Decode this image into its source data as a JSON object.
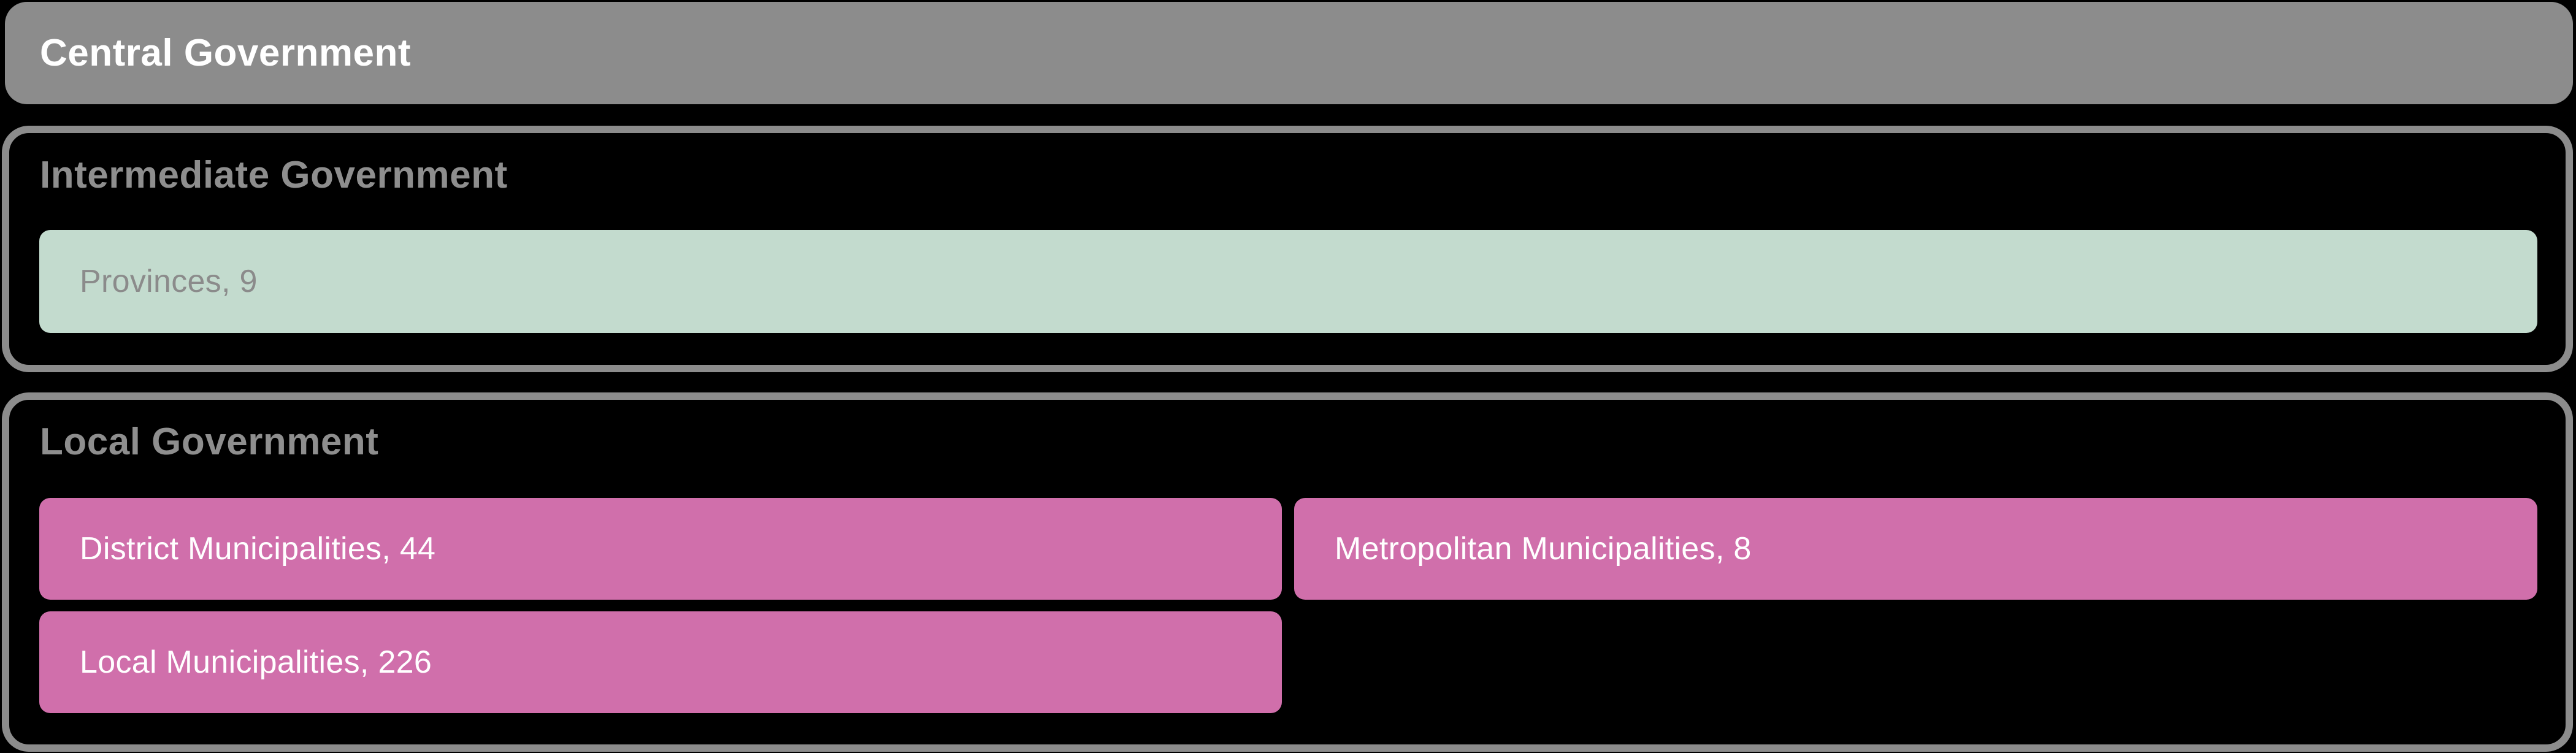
{
  "chart_data": {
    "type": "treemap",
    "title": "",
    "description_of_layout": "stacked hierarchy bands: root bar on top, two outlined parent sections below, children tiles inside sections",
    "hierarchy": {
      "label": "Central Government",
      "children": [
        {
          "label": "Intermediate Government",
          "children": [
            {
              "label": "Provinces",
              "value": 9,
              "display": "Provinces, 9",
              "color": "#c3dbce",
              "text_color": "#8b8b8b"
            }
          ]
        },
        {
          "label": "Local Government",
          "children": [
            {
              "label": "District Municipalities",
              "value": 44,
              "display": "District Municipalities, 44",
              "color": "#d06fab",
              "text_color": "#ffffff"
            },
            {
              "label": "Metropolitan Municipalities",
              "value": 8,
              "display": "Metropolitan Municipalities, 8",
              "color": "#d06fab",
              "text_color": "#ffffff"
            },
            {
              "label": "Local Municipalities",
              "value": 226,
              "display": "Local Municipalities, 226",
              "color": "#d06fab",
              "text_color": "#ffffff"
            }
          ]
        }
      ]
    },
    "colors": {
      "background": "#000000",
      "root_tile_fill": "#8c8c8c",
      "root_tile_text": "#ffffff",
      "section_border": "#8c8c8c",
      "section_title_text": "#8e8e8e",
      "provinces_tile_fill": "#c3dbce",
      "provinces_tile_text": "#8b8b8b",
      "municipality_tile_fill": "#d06fab",
      "municipality_tile_text": "#ffffff"
    }
  }
}
